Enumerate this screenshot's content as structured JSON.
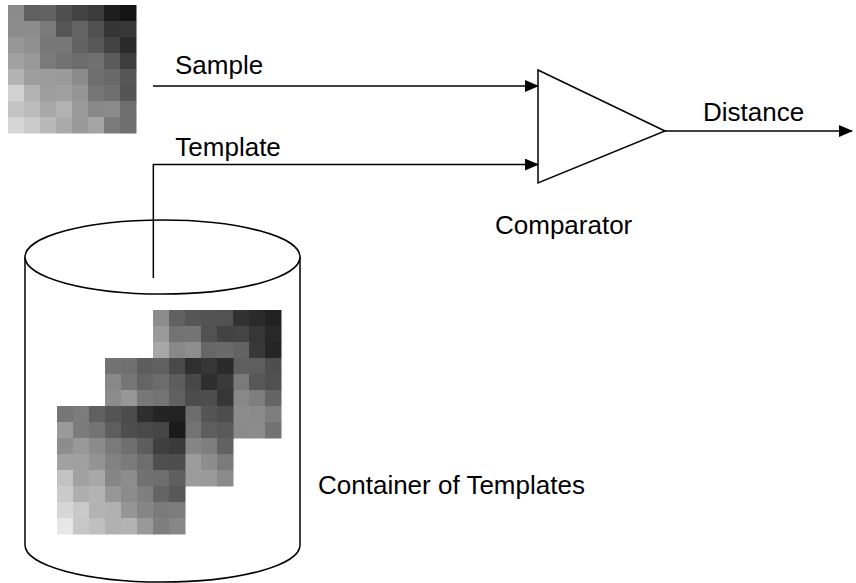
{
  "diagram": {
    "nodes": [
      {
        "text": [
          "Comparator"
        ]
      },
      {
        "text": [
          "Container of Templates"
        ]
      }
    ],
    "edges": [
      {
        "from": 1,
        "to": 0,
        "label": "Template",
        "arrow": "to"
      }
    ],
    "labels": [
      "Sample",
      "Distance"
    ]
  }
}
